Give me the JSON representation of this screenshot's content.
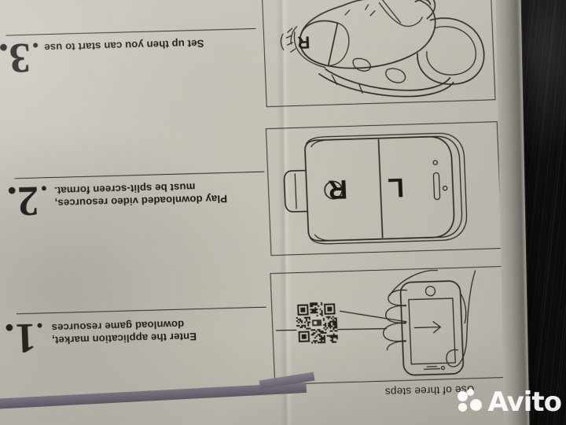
{
  "scene": {
    "description": "Photograph of a printed VR headset instruction leaflet lying upside-down on a dark wooden table",
    "background_color": "#1a1512",
    "paper_color": "#c8c4bb",
    "ink_color": "#2d2a26",
    "accent_band_color": "#6b6471"
  },
  "leaflet": {
    "caption": "Use of three steps",
    "steps": [
      {
        "number": "1.",
        "text": "Enter the application market, download game resources"
      },
      {
        "number": "2.",
        "text": "Play downloaded video resources, must be split-screen format."
      },
      {
        "number": "3.",
        "text": "Set up then you can start to use"
      }
    ],
    "panels": [
      {
        "name": "vr-headset-illustration",
        "label": "R",
        "alt": "Line drawing of a VR headset with head strap, right lens marked R"
      },
      {
        "name": "split-screen-phone-illustration",
        "left_label": "L",
        "right_label": "R",
        "alt": "Phone held in landscape showing a split-screen video with left and right halves"
      },
      {
        "name": "qr-scan-illustration",
        "alt": "Hand holding a phone, arrow pointing from a QR code into the phone screen"
      }
    ]
  },
  "watermark": {
    "text": "Avito",
    "icon": "avito-dots-logo",
    "color": "#ffffff"
  }
}
